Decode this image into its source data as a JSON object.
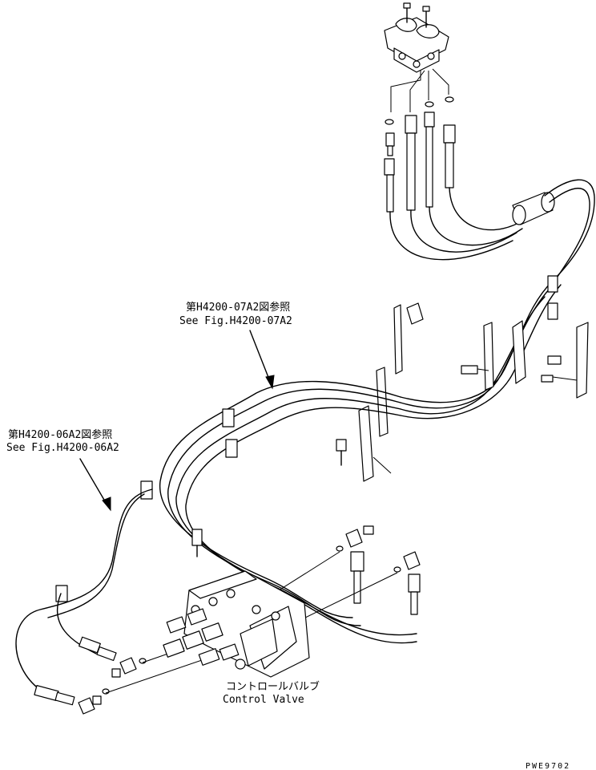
{
  "callouts": {
    "ref_07a2_jp": "第H4200-07A2図参照",
    "ref_07a2_en": "See Fig.H4200-07A2",
    "ref_06a2_jp": "第H4200-06A2図参照",
    "ref_06a2_en": "See Fig.H4200-06A2",
    "control_valve_jp": "コントロールバルブ",
    "control_valve_en": "Control Valve"
  },
  "drawing_code": "PWE9702"
}
